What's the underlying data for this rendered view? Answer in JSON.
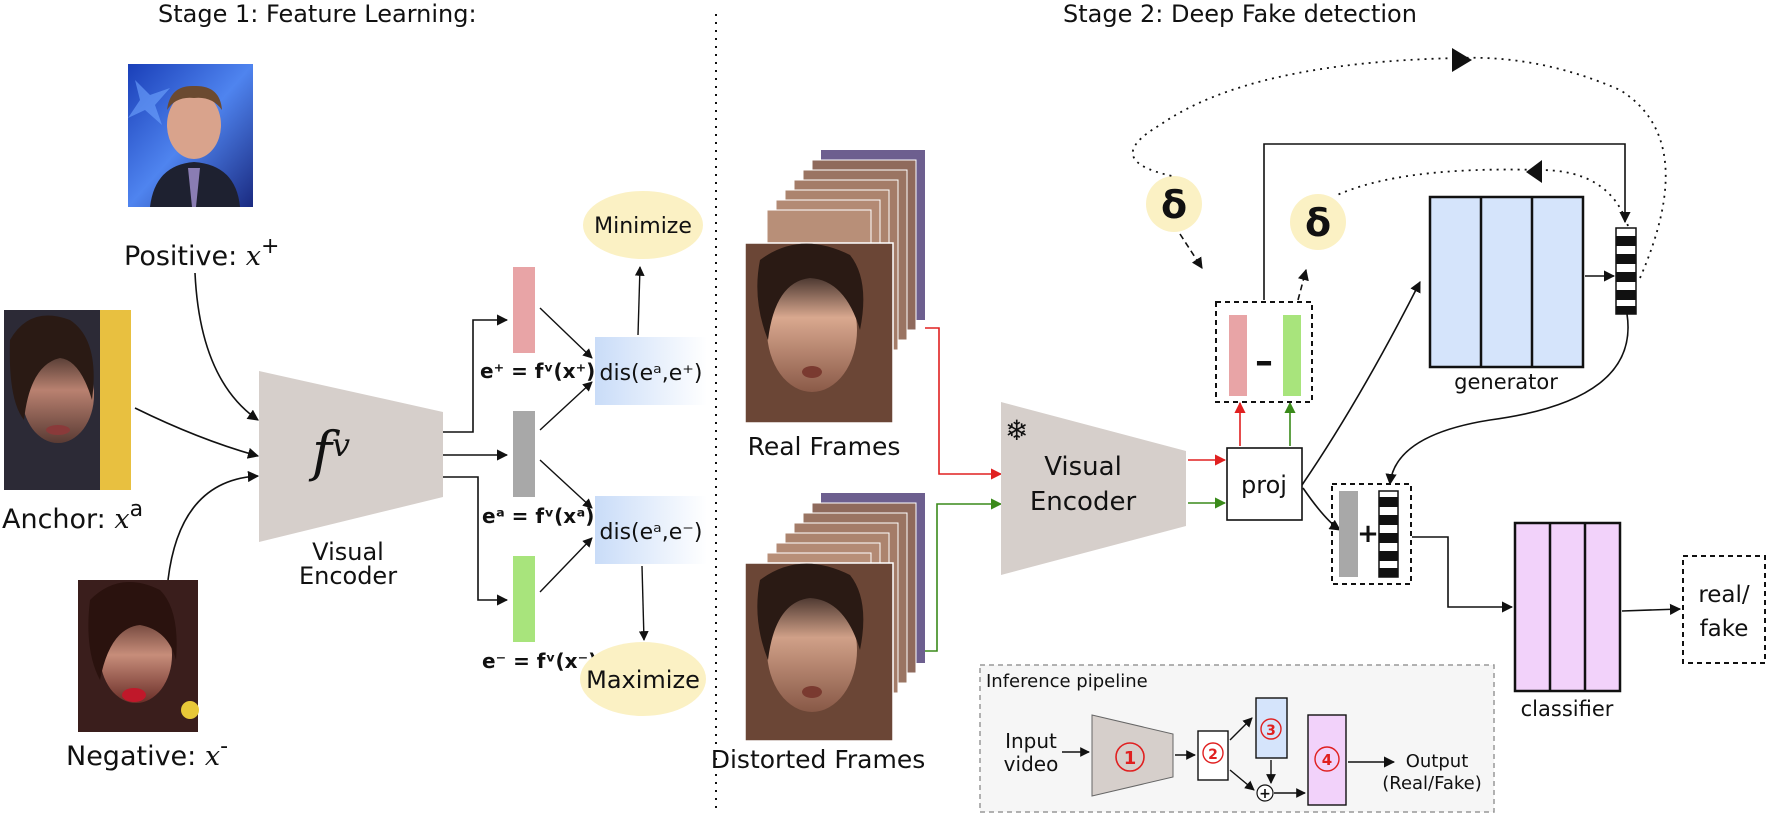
{
  "stage1": {
    "title": "Stage 1: Feature Learning:",
    "positive_label": "Positive: ",
    "positive_sym": "x",
    "positive_sup": "+",
    "anchor_label": "Anchor: ",
    "anchor_sym": "x",
    "anchor_sup": "a",
    "negative_label": "Negative: ",
    "negative_sym": "x",
    "negative_sup": "-",
    "encoder_symbol": "f",
    "encoder_sup": "v",
    "encoder_line1": "Visual",
    "encoder_line2": "Encoder",
    "eq_pos": "e⁺ = fᵛ(x⁺)",
    "eq_anchor": "eᵃ = fᵛ(xᵃ)",
    "eq_neg": "e⁻ = fᵛ(x⁻)",
    "dis_pos": "dis(eᵃ,e⁺)",
    "dis_neg": "dis(eᵃ,e⁻)",
    "minimize": "Minimize",
    "maximize": "Maximize"
  },
  "stage2": {
    "title": "Stage 2: Deep Fake detection",
    "real_frames": "Real Frames",
    "distorted_frames": "Distorted Frames",
    "snowflake": "❄",
    "encoder_line1": "Visual",
    "encoder_line2": "Encoder",
    "proj": "proj",
    "delta1": "δ",
    "delta2": "δ",
    "minus": "–",
    "plus": "+",
    "generator": "generator",
    "classifier": "classifier",
    "output_line1": "real/",
    "output_line2": "fake"
  },
  "inference": {
    "title": "Inference pipeline",
    "input_line1": "Input",
    "input_line2": "video",
    "step1": "1",
    "step2": "2",
    "step3": "3",
    "step4": "4",
    "plus": "+",
    "output_line1": "Output",
    "output_line2": "(Real/Fake)"
  },
  "colors": {
    "encoder": "#d6cfcb",
    "pink": "#e8a4a6",
    "gray": "#a8a8a8",
    "green": "#a8e47c",
    "blue": "#d5e4fb",
    "purple": "#f2d2fa",
    "yellow": "#fbf1c4",
    "arrow_red": "#e02020",
    "arrow_green": "#3a8a1a",
    "step_red": "#e02020"
  }
}
